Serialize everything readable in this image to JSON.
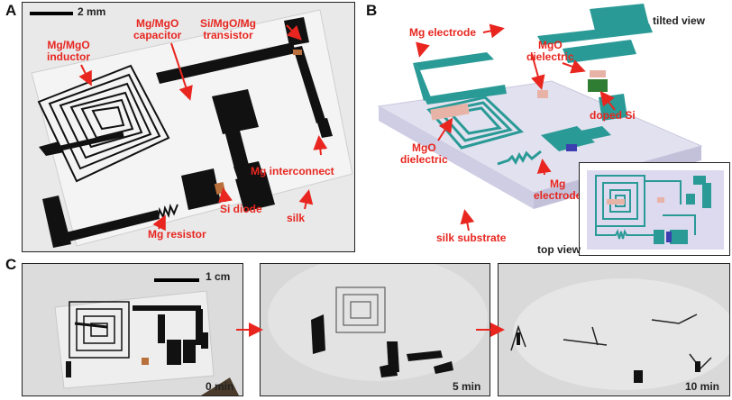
{
  "panels": {
    "a": "A",
    "b": "B",
    "c": "C"
  },
  "panel_a": {
    "scale_bar": "2 mm",
    "labels": {
      "inductor": [
        "Mg/MgO",
        "inductor"
      ],
      "capacitor": [
        "Mg/MgO",
        "capacitor"
      ],
      "transistor": [
        "Si/MgO/Mg",
        "transistor"
      ],
      "interconnect": "Mg interconnect",
      "diode": "Si diode",
      "resistor": "Mg resistor",
      "silk": "silk"
    }
  },
  "panel_b": {
    "tilted_view": "tilted view",
    "top_view": "top view",
    "labels": {
      "mg_electrode_top": "Mg electrode",
      "mgo_dielectric_right": [
        "MgO",
        "dielectric"
      ],
      "doped_si": "doped Si",
      "mgo_dielectric_left": [
        "MgO",
        "dielectric"
      ],
      "mg_electrode_bottom": [
        "Mg",
        "electrode"
      ],
      "silk_substrate": "silk substrate"
    }
  },
  "panel_c": {
    "scale_bar": "1 cm",
    "times": [
      "0 min",
      "5 min",
      "10 min"
    ]
  },
  "colors": {
    "accent_red": "#e8261f",
    "electrode_teal": "#2a9a96",
    "dielectric_pink": "#e7b3a6",
    "silicon_green": "#2e7d32",
    "substrate_lavender": "#d9d7ea"
  }
}
